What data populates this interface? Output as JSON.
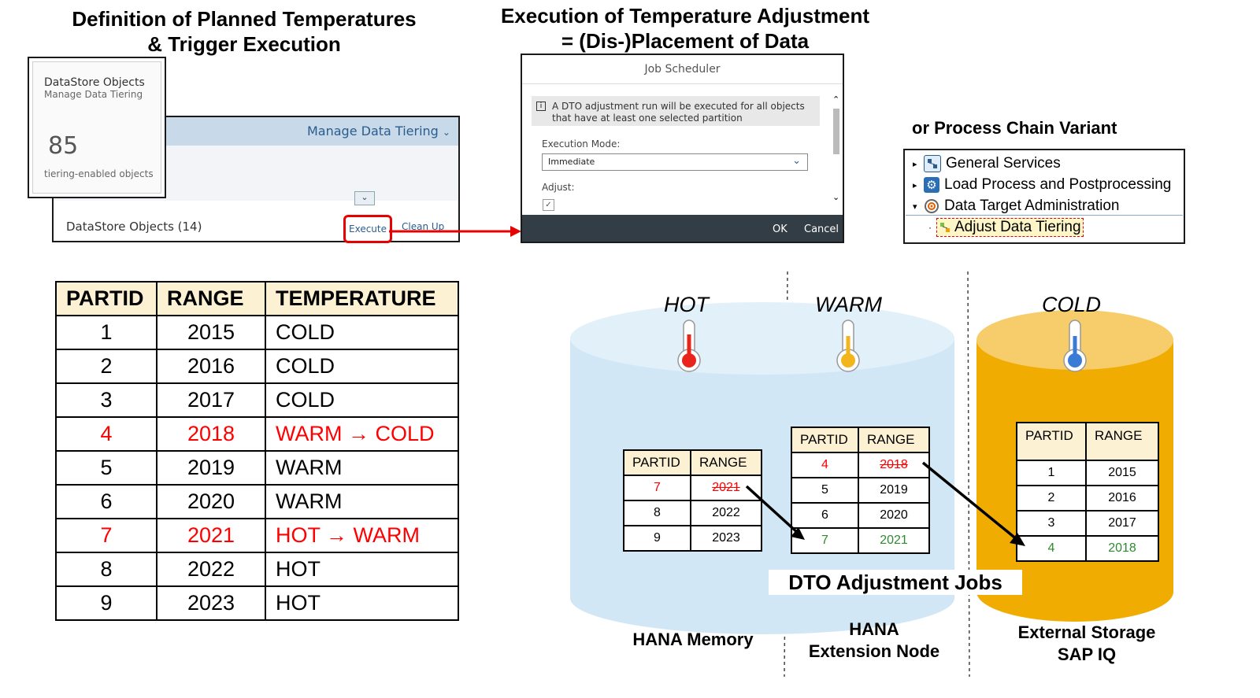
{
  "titles": {
    "left_line1": "Definition of Planned Temperatures",
    "left_line2": "& Trigger Execution",
    "mid_line1": "Execution of Temperature Adjustment",
    "mid_line2": "= (Dis-)Placement of Data",
    "pc_variant": "or Process Chain Variant"
  },
  "tile": {
    "title": "DataStore Objects",
    "subtitle": "Manage Data Tiering",
    "count": "85",
    "footer": "tiering-enabled objects"
  },
  "app": {
    "header_menu": "Manage Data Tiering",
    "list_title": "DataStore Objects (14)",
    "execute_label": "Execute",
    "cleanup_label": "Clean Up"
  },
  "dialog": {
    "title": "Job Scheduler",
    "info": "A DTO adjustment run will be executed for all objects that have at least one selected partition",
    "info_icon": "info-icon",
    "mode_label": "Execution Mode:",
    "mode_value": "Immediate",
    "adjust_label": "Adjust:",
    "ok_label": "OK",
    "cancel_label": "Cancel"
  },
  "process_chain": {
    "items": [
      {
        "label": "General Services",
        "icon": "network-icon"
      },
      {
        "label": "Load Process and Postprocessing",
        "icon": "gear-icon"
      },
      {
        "label": "Data Target Administration",
        "icon": "target-icon"
      },
      {
        "label": "Adjust Data Tiering",
        "icon": "tiering-icon"
      }
    ]
  },
  "plan_table": {
    "headers": [
      "PARTID",
      "RANGE",
      "TEMPERATURE"
    ],
    "rows": [
      {
        "id": "1",
        "range": "2015",
        "temp": "COLD",
        "changed": false
      },
      {
        "id": "2",
        "range": "2016",
        "temp": "COLD",
        "changed": false
      },
      {
        "id": "3",
        "range": "2017",
        "temp": "COLD",
        "changed": false
      },
      {
        "id": "4",
        "range": "2018",
        "temp": "WARM → COLD",
        "changed": true
      },
      {
        "id": "5",
        "range": "2019",
        "temp": "WARM",
        "changed": false
      },
      {
        "id": "6",
        "range": "2020",
        "temp": "WARM",
        "changed": false
      },
      {
        "id": "7",
        "range": "2021",
        "temp": "HOT → WARM",
        "changed": true
      },
      {
        "id": "8",
        "range": "2022",
        "temp": "HOT",
        "changed": false
      },
      {
        "id": "9",
        "range": "2023",
        "temp": "HOT",
        "changed": false
      }
    ]
  },
  "tiers": {
    "hot": "HOT",
    "warm": "WARM",
    "cold": "COLD"
  },
  "storage": {
    "hana_memory": "HANA Memory",
    "ext_node_line1": "HANA",
    "ext_node_line2": "Extension Node",
    "ext_storage_line1": "External Storage",
    "ext_storage_line2": "SAP IQ",
    "jobs_label": "DTO Adjustment Jobs"
  },
  "hot_table": {
    "headers": [
      "PARTID",
      "RANGE"
    ],
    "rows": [
      {
        "id": "7",
        "range": "2021",
        "style": "moved-out"
      },
      {
        "id": "8",
        "range": "2022",
        "style": "normal"
      },
      {
        "id": "9",
        "range": "2023",
        "style": "normal"
      }
    ]
  },
  "warm_table": {
    "headers": [
      "PARTID",
      "RANGE"
    ],
    "rows": [
      {
        "id": "4",
        "range": "2018",
        "style": "moved-out"
      },
      {
        "id": "5",
        "range": "2019",
        "style": "normal"
      },
      {
        "id": "6",
        "range": "2020",
        "style": "normal"
      },
      {
        "id": "7",
        "range": "2021",
        "style": "moved-in"
      }
    ]
  },
  "cold_table": {
    "headers": [
      "PARTID",
      "RANGE"
    ],
    "rows": [
      {
        "id": "1",
        "range": "2015",
        "style": "normal"
      },
      {
        "id": "2",
        "range": "2016",
        "style": "normal"
      },
      {
        "id": "3",
        "range": "2017",
        "style": "normal"
      },
      {
        "id": "4",
        "range": "2018",
        "style": "moved-in"
      }
    ]
  },
  "colors": {
    "hot": "#e8241c",
    "warm": "#f2b51c",
    "cold": "#3a7bd5",
    "hana_cylinder": "#d2e7f5",
    "iq_cylinder": "#f0ac00",
    "changed_text": "#ff0000",
    "moved_in_text": "#2e8b2e"
  }
}
